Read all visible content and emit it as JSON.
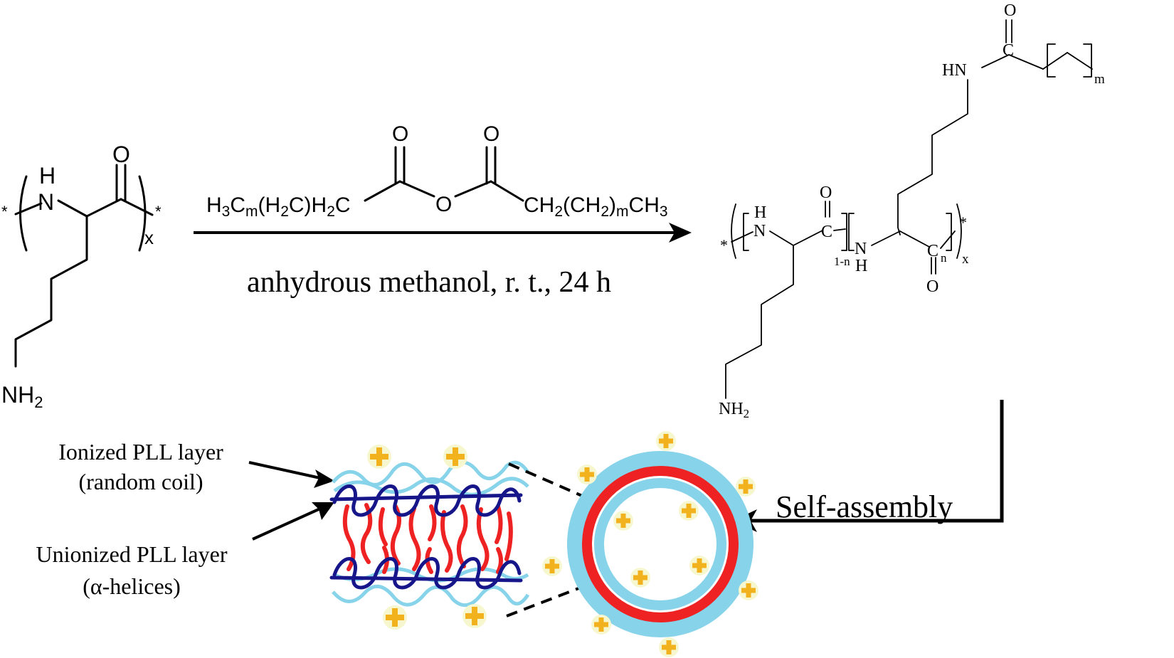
{
  "reactant": {
    "nh": "H",
    "n_atom": "N",
    "o_atom": "O",
    "star_left": "*",
    "star_right": "*",
    "subscript_x": "x",
    "nh2": "NH",
    "nh2_sub": "2"
  },
  "reagent": {
    "o_left": "O",
    "o_right": "O",
    "o_bridge": "O",
    "left_group": {
      "a": "H",
      "b": "3",
      "c": "C",
      "d": "m",
      "e": "(H",
      "f": "2",
      "g": "C)H",
      "h": "2",
      "i": "C"
    },
    "right_group": {
      "a": "CH",
      "b": "2",
      "c": "(CH",
      "d": "2",
      "e": ")",
      "f": "m",
      "g": "CH",
      "h": "3"
    }
  },
  "conditions": "anhydrous methanol, r. t., 24 h",
  "product": {
    "hn_top": "HN",
    "c_top": "C",
    "o_top": "O",
    "sub_m": "m",
    "star_left": "*",
    "star_right": "*",
    "h_left": "H",
    "n_left": "N",
    "c_left": "C",
    "o_left": "O",
    "sub_1n": "1-n",
    "n_right": "N",
    "h_right": "H",
    "c_right": "C",
    "o_right": "O",
    "sub_n": "n",
    "sub_x": "x",
    "nh2": "NH",
    "nh2_sub": "2"
  },
  "self_assembly_label": "Self-assembly",
  "labels": {
    "ionized_line1": "Ionized PLL layer",
    "ionized_line2": "(random coil)",
    "unionized_line1": "Unionized PLL layer",
    "unionized_line2": "(α-helices)"
  },
  "colors": {
    "ionized_layer": "#87d3ea",
    "helix": "#16168a",
    "alkyl_chain": "#ee2222",
    "charge_bg": "#f7f7cf",
    "charge_plus": "#f2b21e",
    "ink": "#000000"
  },
  "icons": {
    "charge": "plus-charge-icon",
    "vesicle": "vesicle-icon"
  }
}
